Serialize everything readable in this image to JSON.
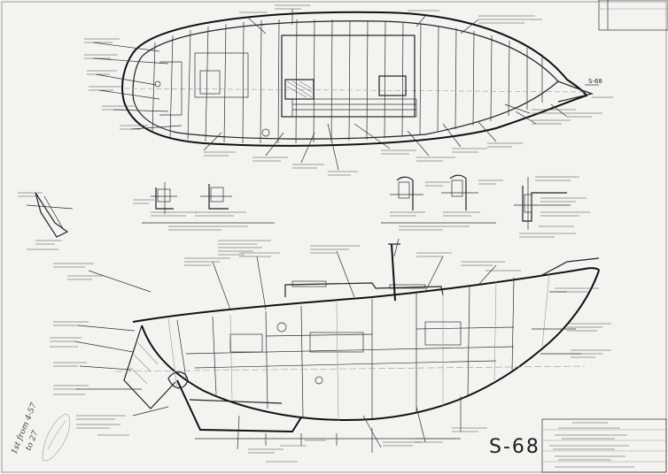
{
  "drawing": {
    "sheet_number": "S-68",
    "plan_number": "S-68",
    "handwritten_note_line1": "1st from 4-57",
    "handwritten_note_line2": "to 27"
  },
  "colors": {
    "paper": "#f4f3ef",
    "ink": "#222222"
  }
}
